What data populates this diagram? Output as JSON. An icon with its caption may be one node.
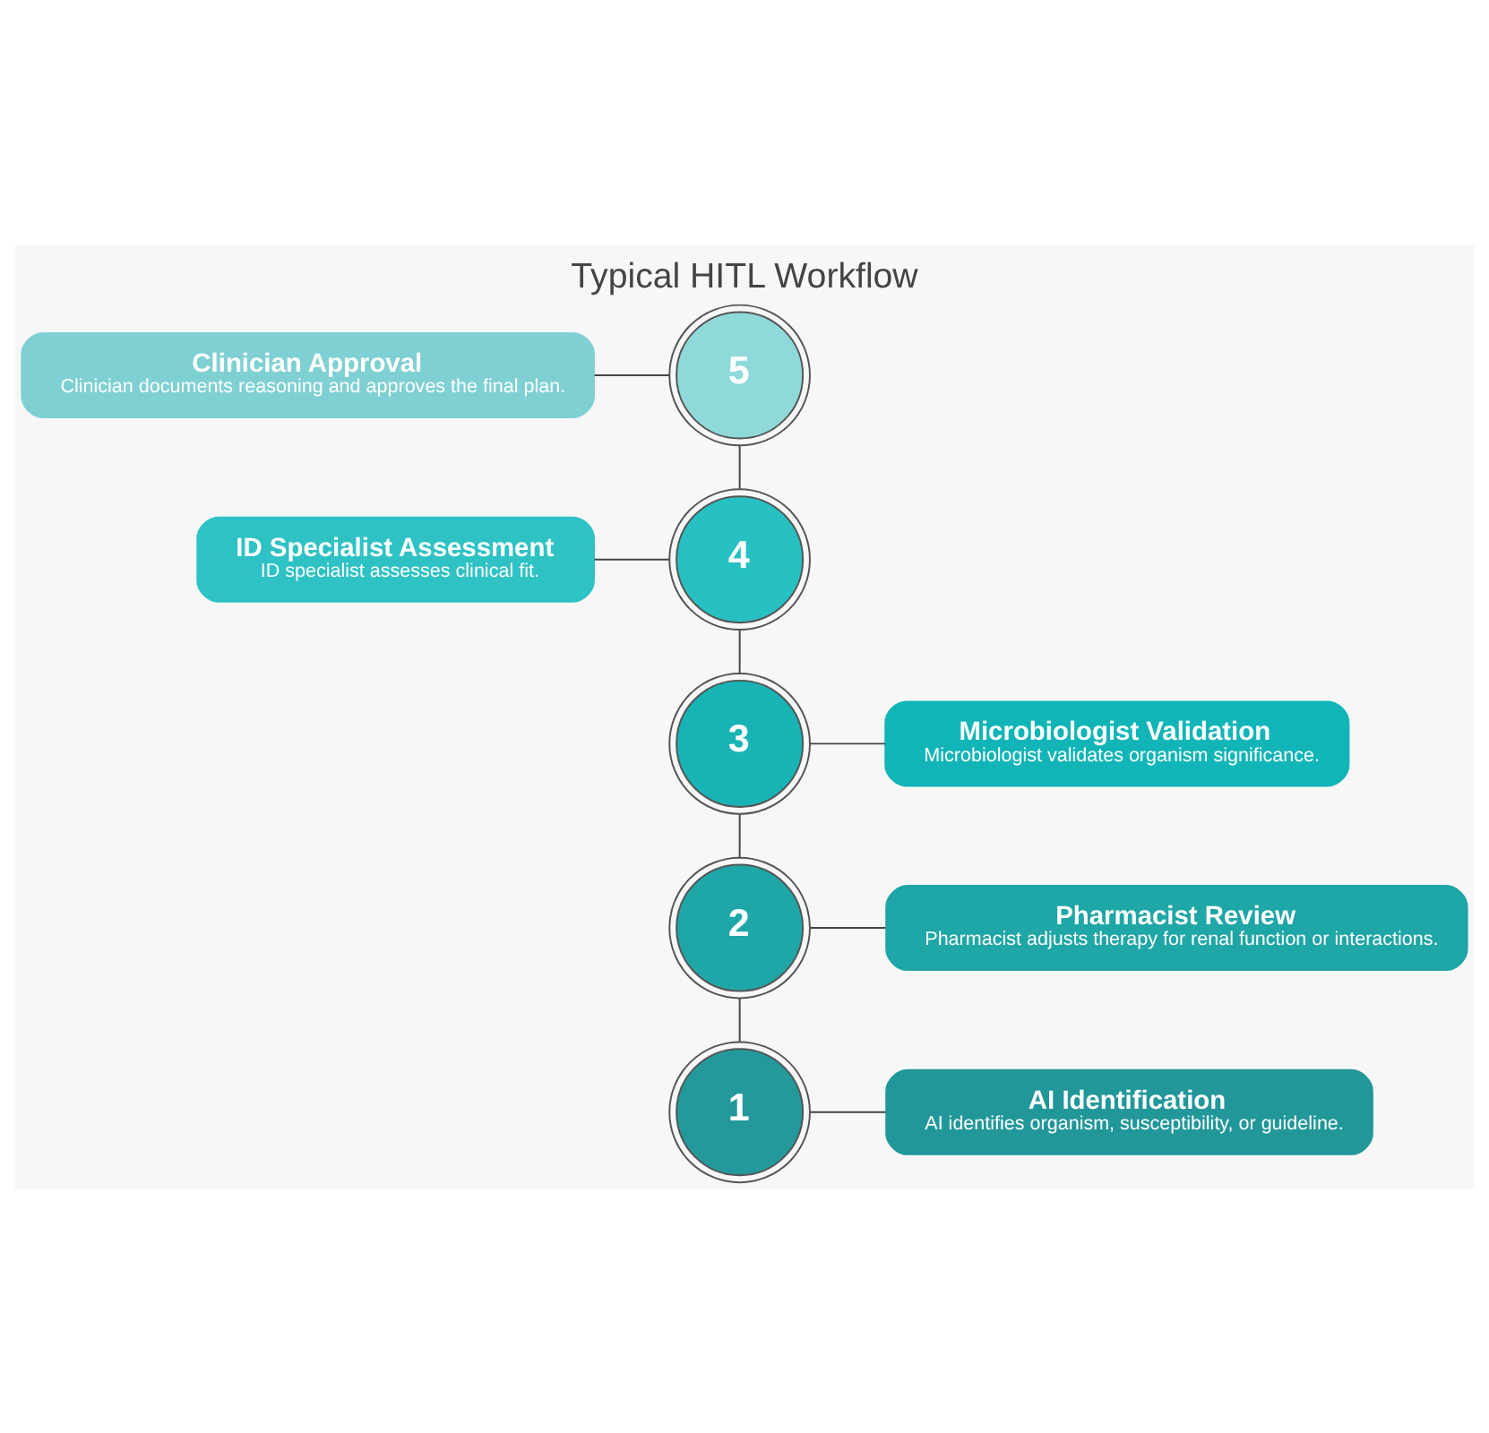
{
  "diagram": {
    "title": "Typical HITL Workflow",
    "nodes": [
      {
        "text": [
          "Clinician Approval",
          "Clinician documents reasoning and approves the final plan."
        ]
      },
      {
        "text": [
          "5"
        ]
      },
      {
        "text": [
          "ID Specialist Assessment",
          "ID specialist assesses clinical fit."
        ]
      },
      {
        "text": [
          "4"
        ]
      },
      {
        "text": [
          "3"
        ]
      },
      {
        "text": [
          "Microbiologist Validation",
          "Microbiologist validates organism significance."
        ]
      },
      {
        "text": [
          "2"
        ]
      },
      {
        "text": [
          "Pharmacist Review",
          "Pharmacist adjusts therapy for renal function or interactions."
        ]
      },
      {
        "text": [
          "1"
        ]
      },
      {
        "text": [
          "AI Identification",
          "AI identifies organism, susceptibility, or guideline."
        ]
      }
    ],
    "edges": [
      {
        "from": 8,
        "to": 6,
        "arrow": "none"
      },
      {
        "from": 6,
        "to": 4,
        "arrow": "none"
      },
      {
        "from": 4,
        "to": 3,
        "arrow": "none"
      },
      {
        "from": 3,
        "to": 1,
        "arrow": "none"
      },
      {
        "from": 0,
        "to": 1,
        "arrow": "none"
      },
      {
        "from": 2,
        "to": 3,
        "arrow": "none"
      },
      {
        "from": 4,
        "to": 5,
        "arrow": "none"
      },
      {
        "from": 6,
        "to": 7,
        "arrow": "none"
      },
      {
        "from": 8,
        "to": 9,
        "arrow": "none"
      }
    ]
  }
}
